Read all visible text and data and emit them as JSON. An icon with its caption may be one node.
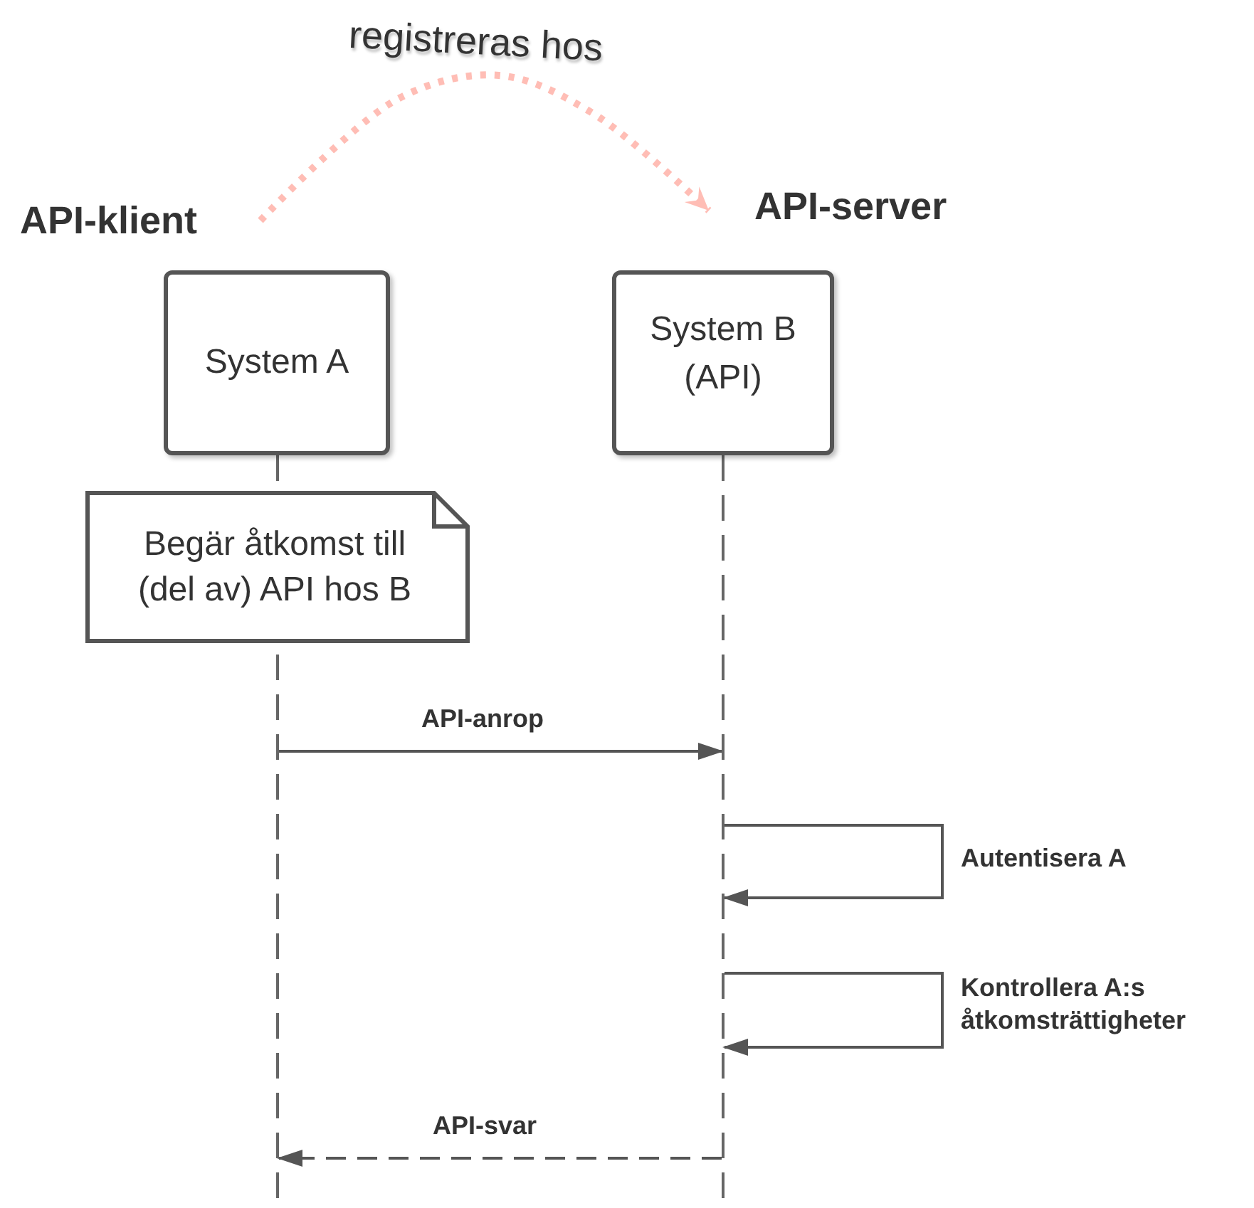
{
  "diagram": {
    "nodes": [
      {
        "text": [
          "API-klient"
        ]
      },
      {
        "text": [
          "API-server"
        ]
      },
      {
        "text": [
          "System A"
        ]
      },
      {
        "text": [
          "System B (API)"
        ]
      },
      {
        "text": [
          "Begär åtkomst till (del av) API hos B"
        ]
      },
      {
        "text": [],
        "shape": "line"
      },
      {
        "text": [],
        "shape": "line"
      }
    ],
    "edges": [
      {
        "from": 0,
        "to": 1,
        "arrow": "to",
        "label": "registreras hos",
        "style": "dashed",
        "color": "#ffbdb5"
      },
      {
        "from": 5,
        "to": 6,
        "arrow": "to",
        "label": "API-anrop"
      },
      {
        "from": 6,
        "to": 6,
        "arrow": "to",
        "label": "Autentisera A"
      },
      {
        "from": 6,
        "to": 6,
        "arrow": "to",
        "label": "Kontrollera A:s åtkomsträttigheter"
      },
      {
        "from": 6,
        "to": 5,
        "arrow": "to",
        "label": "API-svar",
        "style": "dashed"
      }
    ]
  }
}
